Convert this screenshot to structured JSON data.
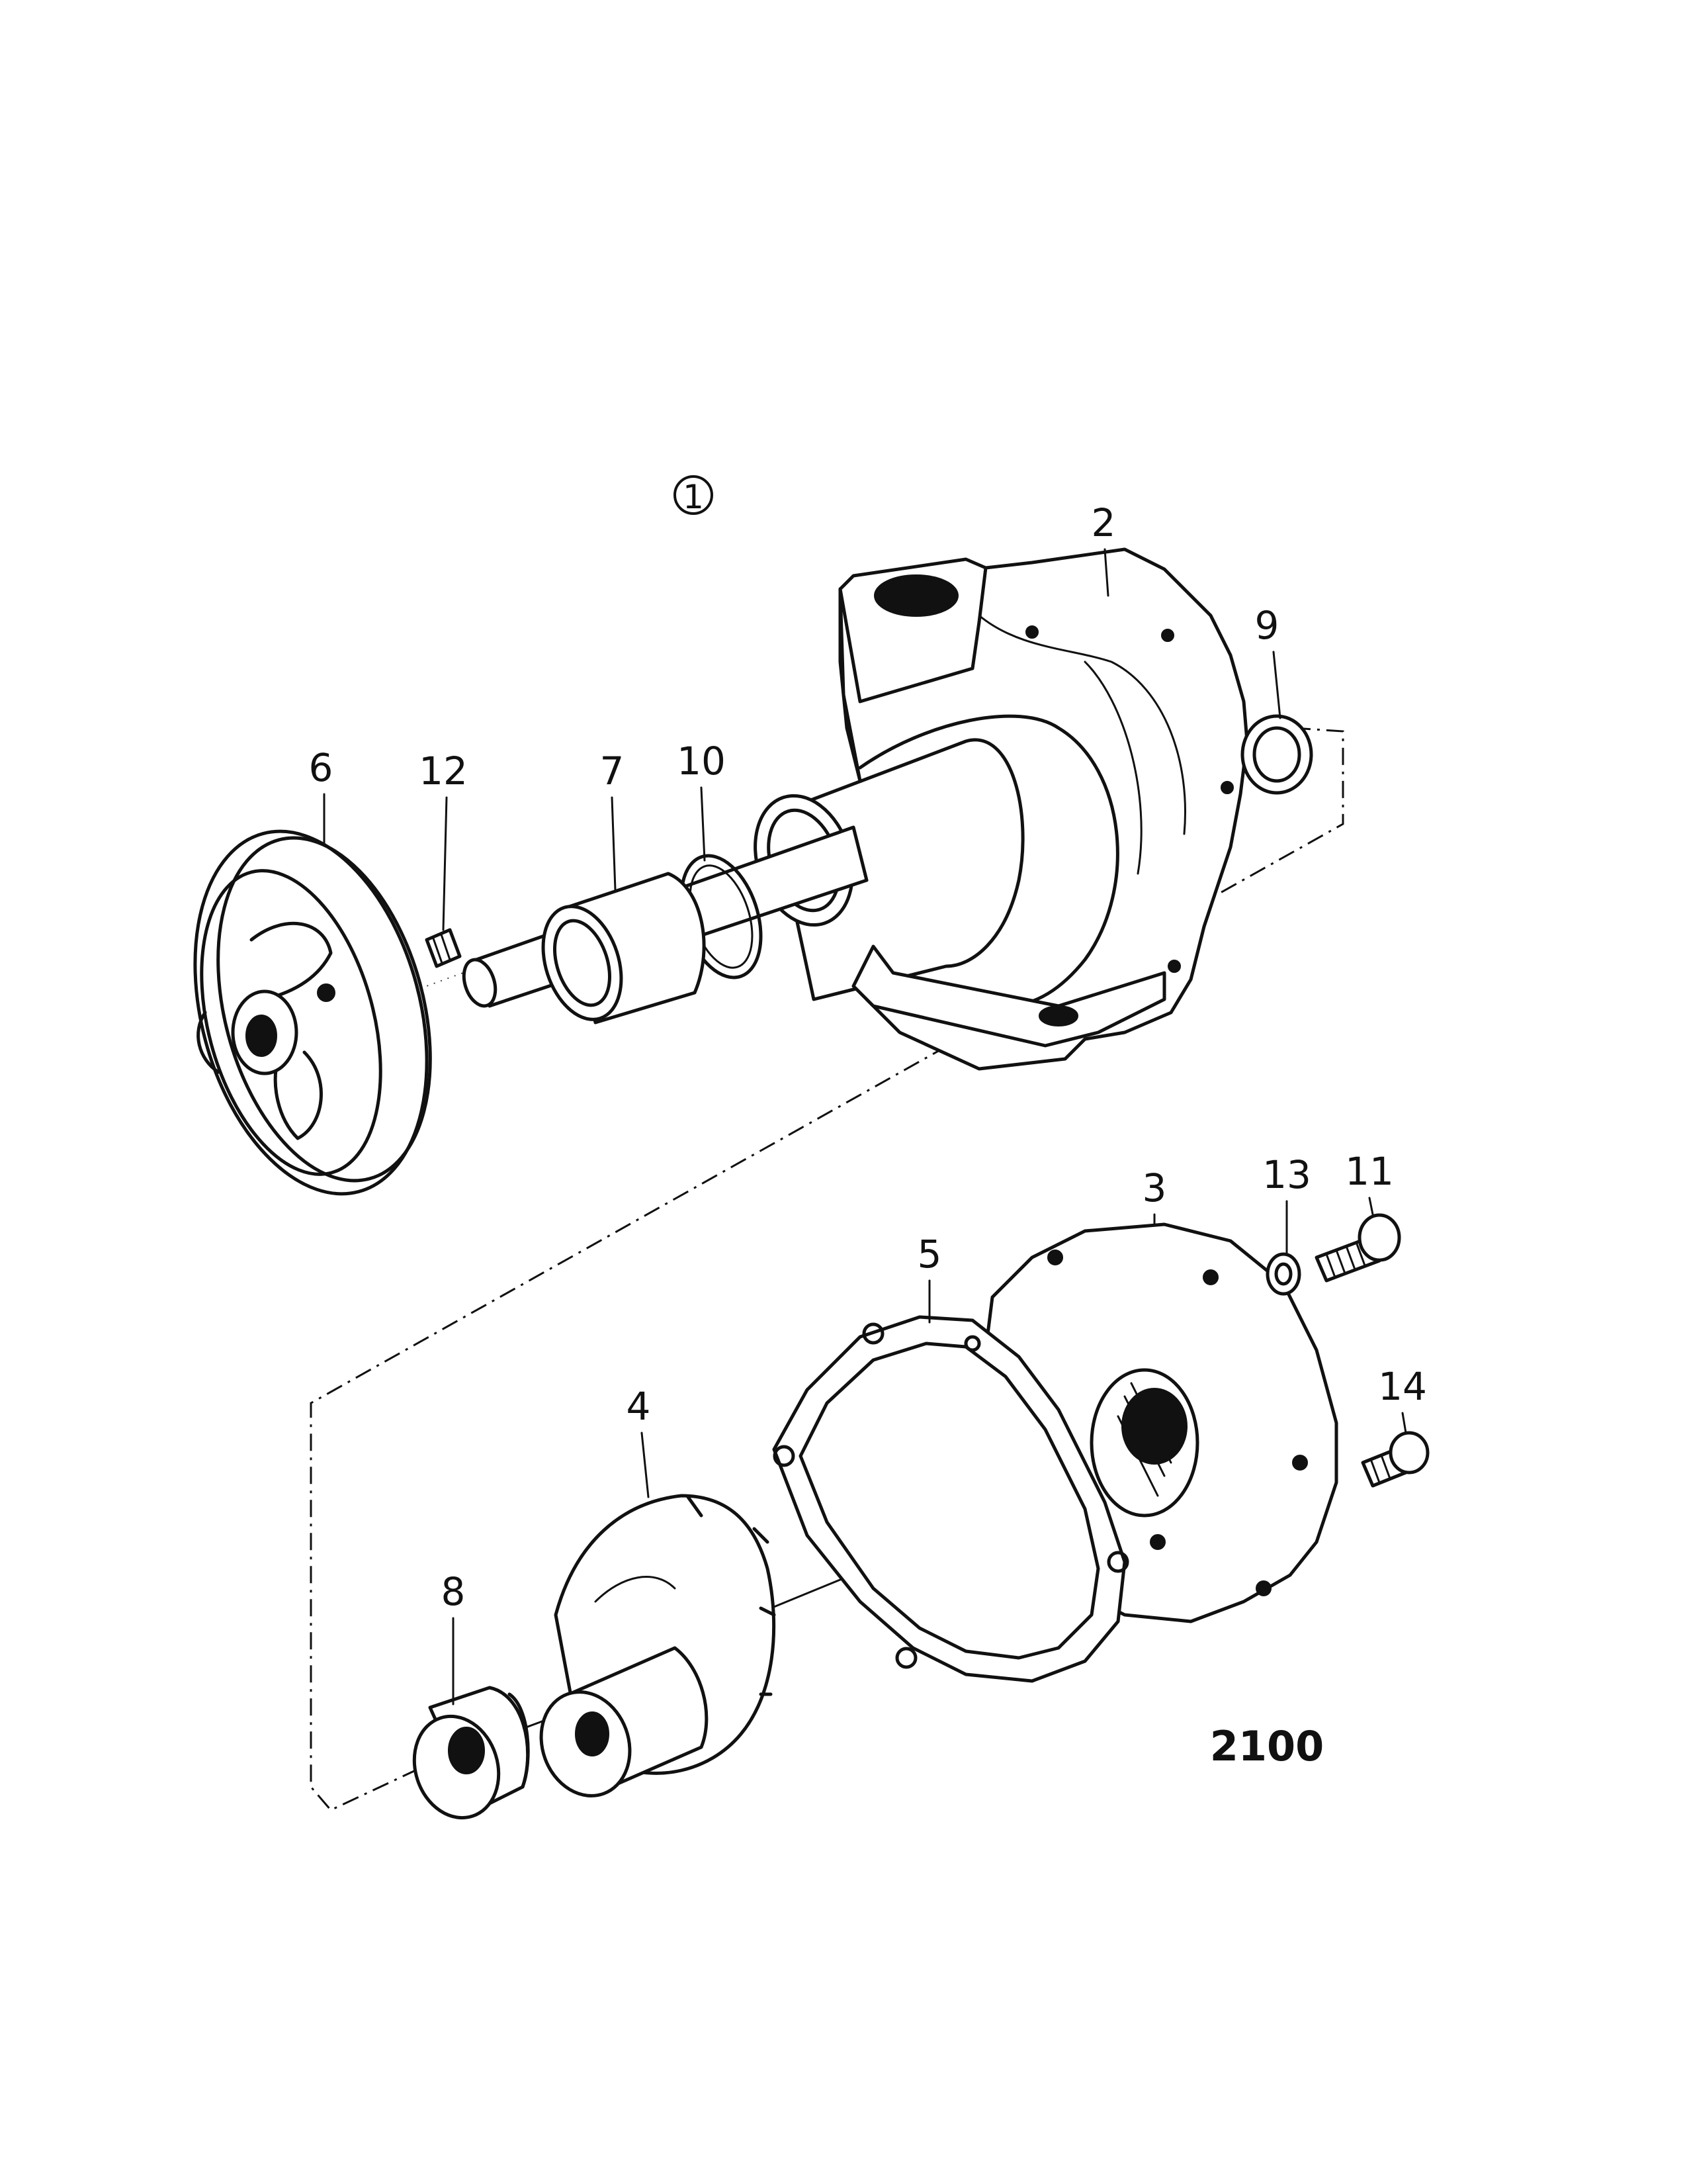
{
  "diagram": {
    "assembly_marker": "1",
    "figure_code": "2100",
    "callouts": [
      {
        "id": "c2",
        "text": "2"
      },
      {
        "id": "c9",
        "text": "9"
      },
      {
        "id": "c6",
        "text": "6"
      },
      {
        "id": "c12",
        "text": "12"
      },
      {
        "id": "c7",
        "text": "7"
      },
      {
        "id": "c10",
        "text": "10"
      },
      {
        "id": "c13",
        "text": "13"
      },
      {
        "id": "c11",
        "text": "11"
      },
      {
        "id": "c3",
        "text": "3"
      },
      {
        "id": "c5",
        "text": "5"
      },
      {
        "id": "c14",
        "text": "14"
      },
      {
        "id": "c4",
        "text": "4"
      },
      {
        "id": "c8",
        "text": "8"
      }
    ]
  }
}
